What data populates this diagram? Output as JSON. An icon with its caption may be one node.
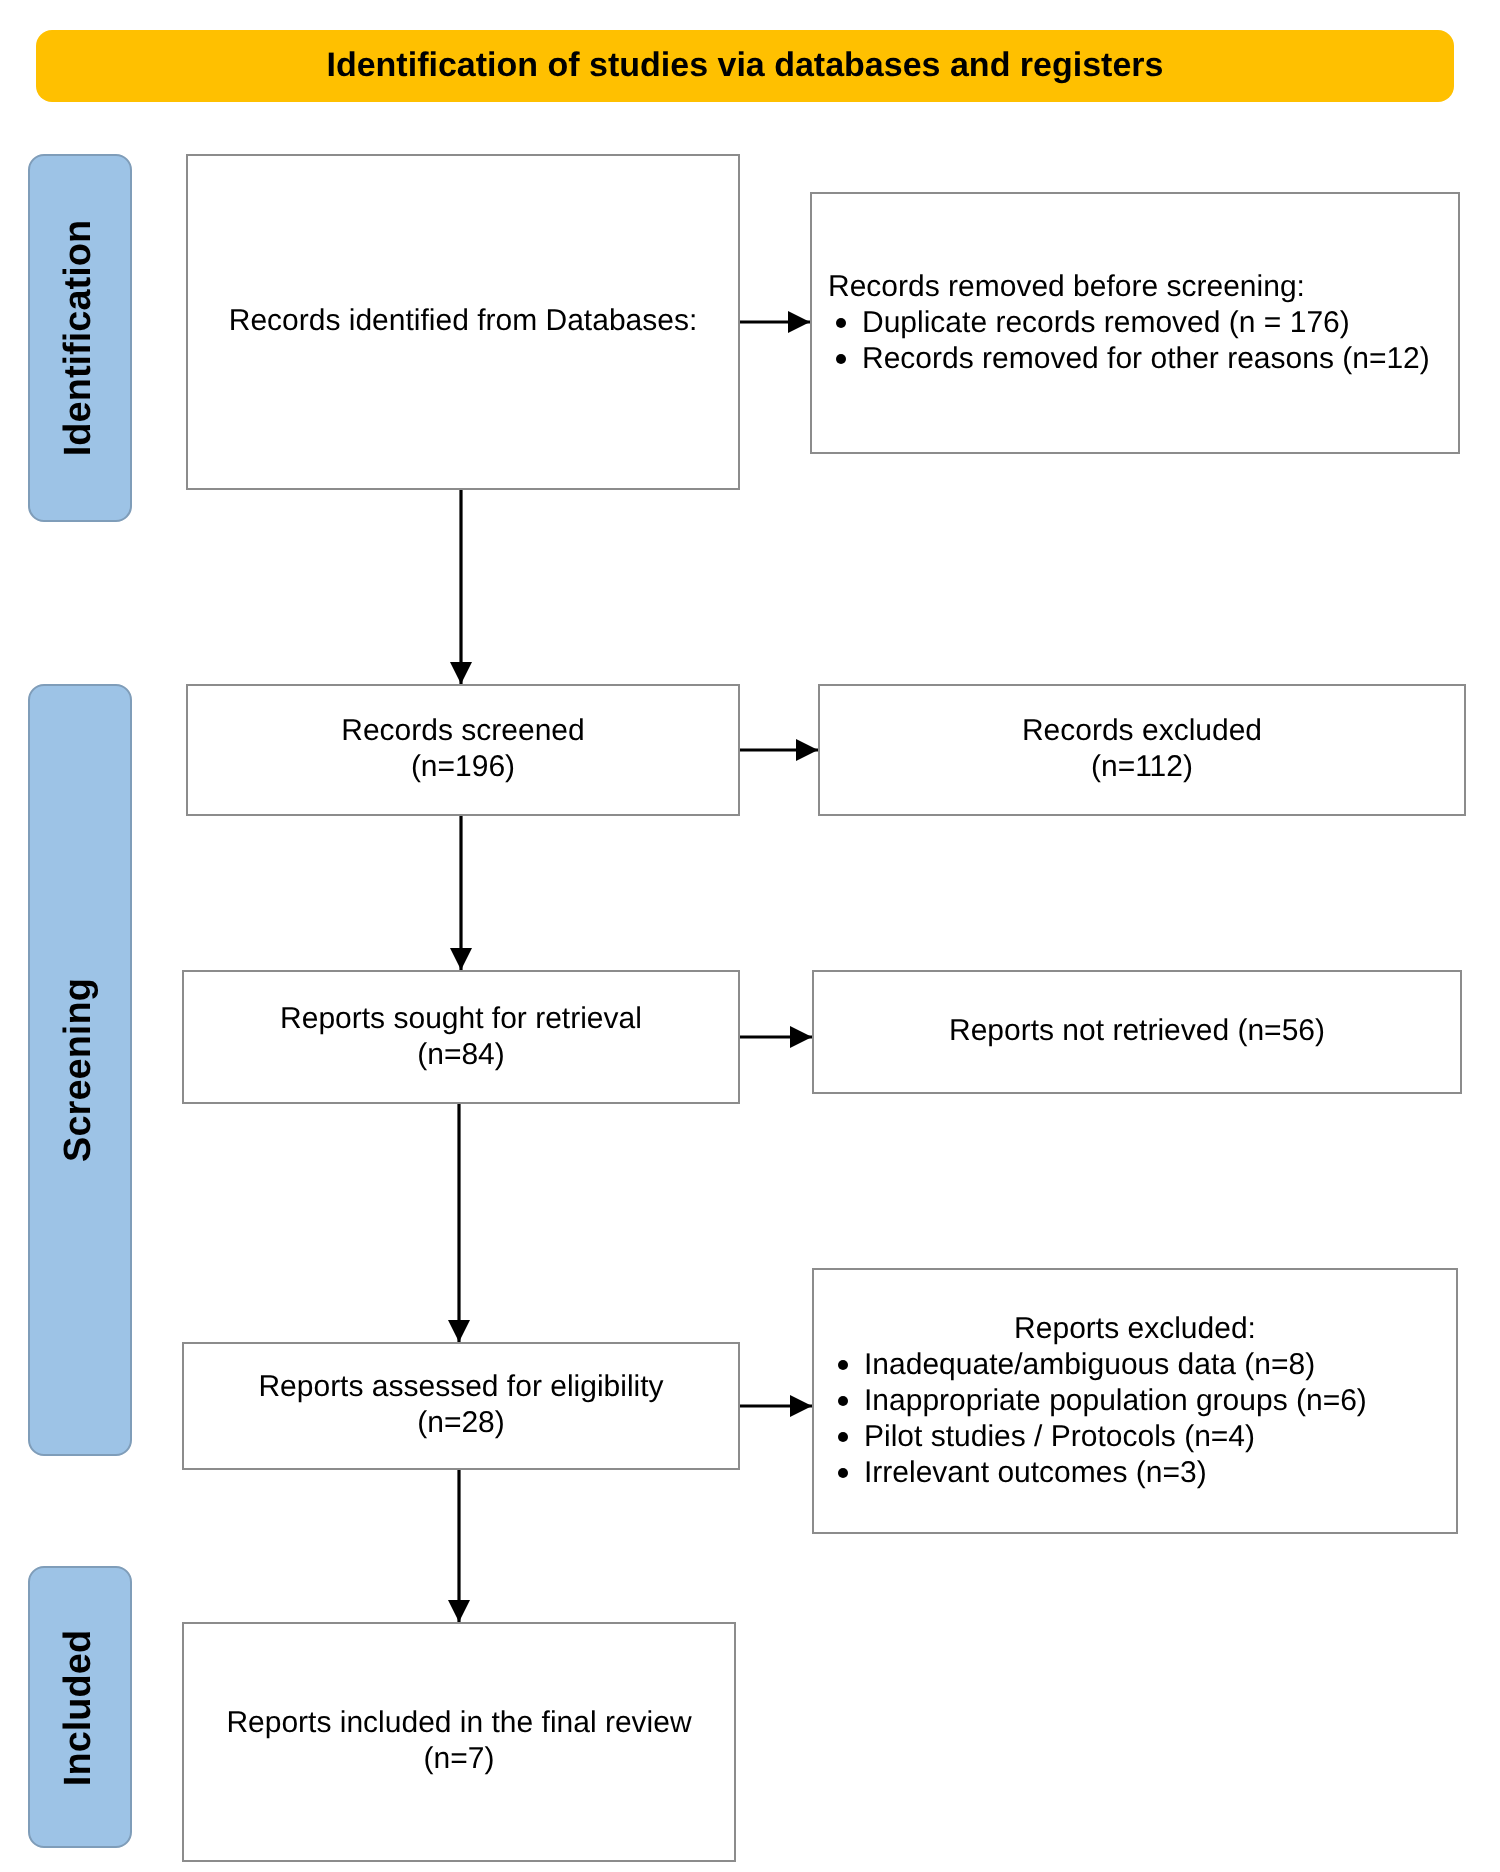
{
  "diagram": {
    "nodes": [
      {
        "text": [
          "Identification of studies via databases and registers"
        ]
      },
      {
        "text": [
          "Identification"
        ]
      },
      {
        "text": [
          "Screening"
        ]
      },
      {
        "text": [
          "Included"
        ]
      },
      {
        "text": [
          "Records identified from Databases:"
        ]
      },
      {
        "text": [
          "Records removed before screening:",
          "Duplicate records removed  (n = 176)",
          "Records removed for other reasons (n=12)"
        ]
      },
      {
        "text": [
          "Records screened",
          "(n=196)"
        ]
      },
      {
        "text": [
          "Records excluded",
          "(n=112)"
        ]
      },
      {
        "text": [
          "Reports sought for retrieval",
          "(n=84)"
        ]
      },
      {
        "text": [
          "Reports not retrieved (n=56)"
        ]
      },
      {
        "text": [
          "Reports assessed for eligibility",
          "(n=28)"
        ]
      },
      {
        "text": [
          "Reports excluded:",
          "Inadequate/ambiguous data (n=8)",
          "Inappropriate population groups (n=6)",
          "Pilot studies / Protocols (n=4)",
          "Irrelevant outcomes (n=3)"
        ]
      },
      {
        "text": [
          "Reports included in the final review",
          "(n=7)"
        ]
      }
    ],
    "edges": [
      {
        "from": 4,
        "to": 5,
        "arrow": "to"
      },
      {
        "from": 4,
        "to": 6,
        "arrow": "to"
      },
      {
        "from": 6,
        "to": 7,
        "arrow": "to"
      },
      {
        "from": 6,
        "to": 8,
        "arrow": "to"
      },
      {
        "from": 8,
        "to": 9,
        "arrow": "to"
      },
      {
        "from": 8,
        "to": 10,
        "arrow": "to"
      },
      {
        "from": 10,
        "to": 11,
        "arrow": "to"
      },
      {
        "from": 10,
        "to": 12,
        "arrow": "to"
      }
    ]
  }
}
